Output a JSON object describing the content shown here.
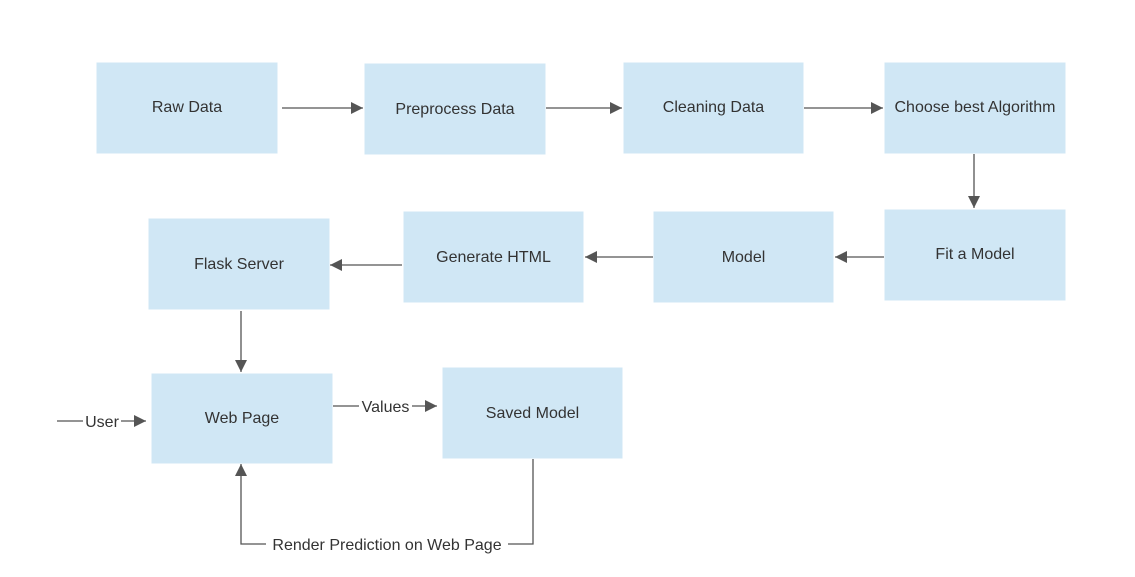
{
  "nodes": {
    "raw_data": "Raw Data",
    "preprocess_data": "Preprocess Data",
    "cleaning_data": "Cleaning Data",
    "choose_algorithm": "Choose best Algorithm",
    "fit_model": "Fit a Model",
    "model": "Model",
    "generate_html": "Generate HTML",
    "flask_server": "Flask Server",
    "web_page": "Web Page",
    "saved_model": "Saved Model"
  },
  "edge_labels": {
    "user": "User",
    "values": "Values",
    "render_prediction": "Render Prediction on Web Page"
  },
  "colors": {
    "node_fill": "#d0e7f5",
    "edge": "#555555",
    "text": "#333333"
  }
}
